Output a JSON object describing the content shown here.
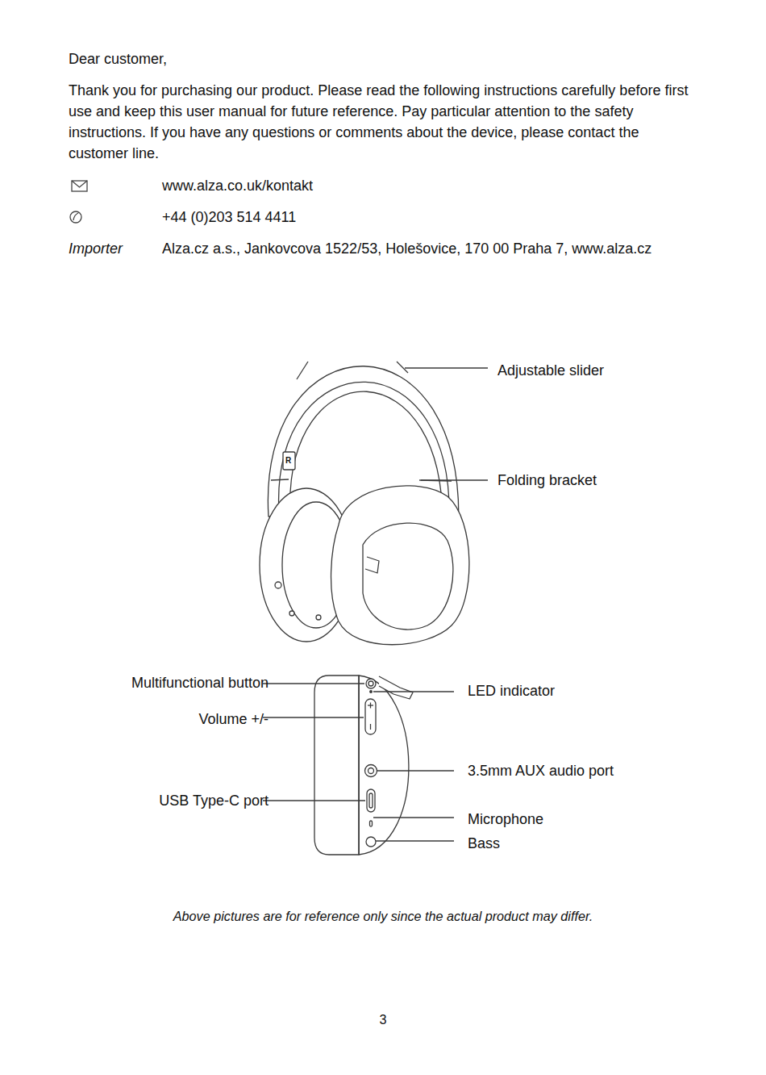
{
  "diagram": {
    "caption": "Above pictures are for reference only since the actual product may differ.",
    "labels": [
      "Dear customer,",
      "Thank you for purchasing our product. Please read the following instructions carefully before first use and keep this user manual for future reference. Pay particular attention to the safety instructions. If you have any questions or comments about the device, please contact the customer line.",
      "www.alza.co.uk/kontakt",
      "+44 (0)203 514 4411",
      "Importer",
      "Alza.cz a.s., Jankovcova 1522/53, Holešovice, 170 00 Praha 7, www.alza.cz",
      "Adjustable slider",
      "Folding bracket",
      "Multifunctional button",
      "Volume +/-",
      "USB Type-C port",
      "LED indicator",
      "3.5mm AUX audio port",
      "Microphone",
      "Bass",
      "3",
      "R"
    ]
  }
}
